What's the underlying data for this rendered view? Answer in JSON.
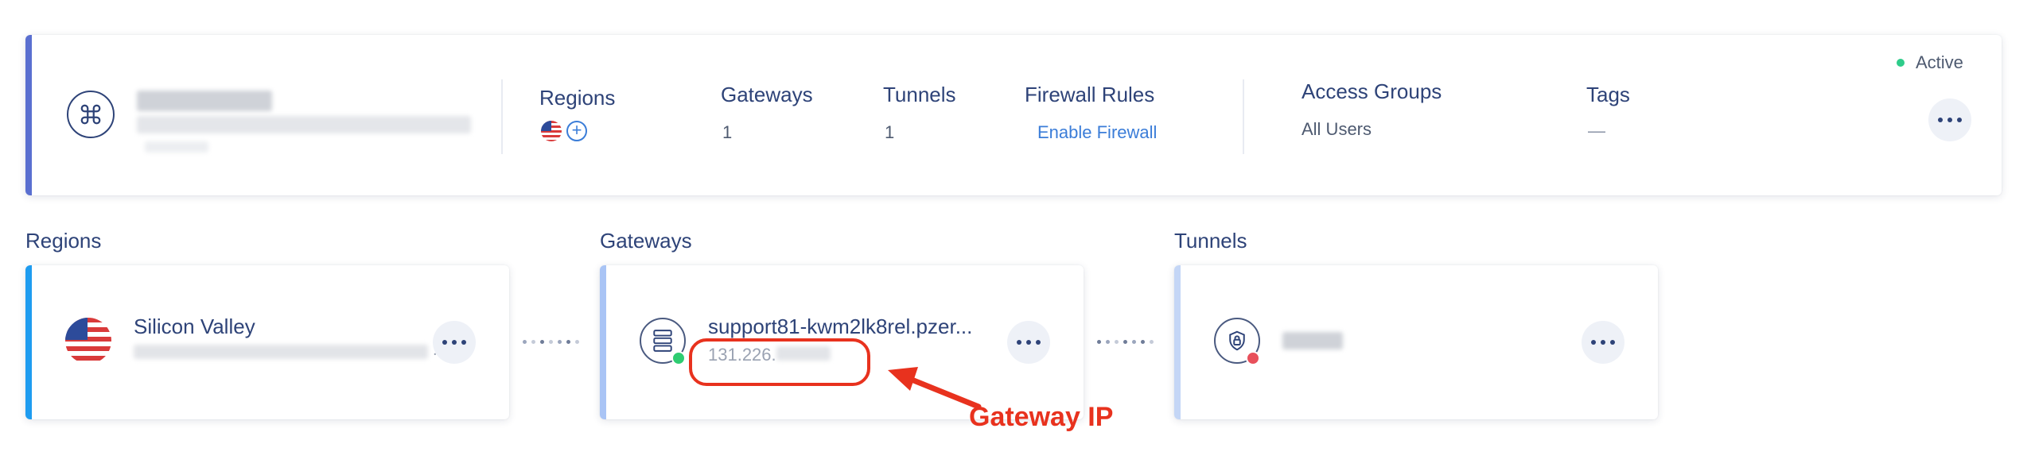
{
  "network": {
    "status": "Active",
    "status_color": "#2ecc8a",
    "accent_color": "#5a6fd0",
    "icon": "command-icon",
    "stats": {
      "regions_label": "Regions",
      "gateways_label": "Gateways",
      "gateways_value": "1",
      "tunnels_label": "Tunnels",
      "tunnels_value": "1",
      "firewall_label": "Firewall Rules",
      "firewall_action": "Enable Firewall",
      "access_groups_label": "Access Groups",
      "access_groups_value": "All Users",
      "tags_label": "Tags",
      "tags_value": "—"
    }
  },
  "sections": {
    "regions": "Regions",
    "gateways": "Gateways",
    "tunnels": "Tunnels"
  },
  "region_card": {
    "name": "Silicon Valley",
    "ellipsis": "...",
    "flag": "us-flag-icon",
    "accent_color": "#1e9cf0"
  },
  "gateway_card": {
    "name": "support81-kwm2lk8rel.pzer...",
    "ip": "131.226.",
    "icon": "server-icon",
    "status_color": "#2ecc71",
    "accent_color": "#a9c4f5"
  },
  "tunnel_card": {
    "icon": "tunnel-shield-icon",
    "status_color": "#e8505b",
    "accent_color": "#c4d6f6"
  },
  "annotation": {
    "label": "Gateway IP",
    "color": "#e8321e"
  },
  "link_color": "#3b7dd8"
}
